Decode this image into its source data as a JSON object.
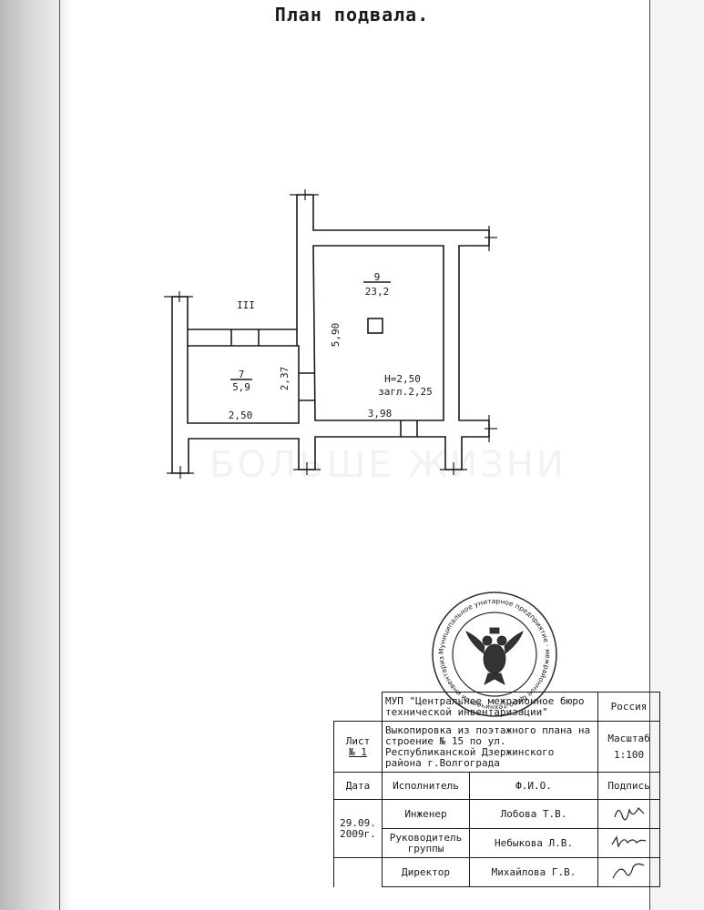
{
  "title": "План подвала.",
  "plan": {
    "rooms": [
      {
        "number": "9",
        "area": "23,2"
      },
      {
        "number": "7",
        "area": "5,9"
      }
    ],
    "dimensions": {
      "room9_depth": "5,90",
      "room9_width": "3,98",
      "room7_depth": "2,37",
      "room7_width": "2,50"
    },
    "height_note": "H=2,50",
    "depth_note": "загл.2,25",
    "section_mark": "III"
  },
  "watermark": "БОЛЬШЕ ЖИЗНИ",
  "stamp": {
    "outer_text": "Муниципальное унитарное предприятие · межрайонное бюро технической инвентаризации · РОССИЯ · г. Волгоград"
  },
  "title_block": {
    "organization": "МУП \"Центральное межрайонное бюро технической инвентаризации\"",
    "country": "Россия",
    "sheet_label": "Лист",
    "sheet_number": "№ 1",
    "document_description": "Выкопировка из поэтажного плана на строение № 15 по ул. Республиканской Дзержинского района г.Волгограда",
    "scale_label": "Масштаб",
    "scale_value": "1:100",
    "headers": {
      "date": "Дата",
      "performer": "Исполнитель",
      "name": "Ф.И.О.",
      "signature": "Подпись"
    },
    "date_value": "29.09. 2009г.",
    "rows": [
      {
        "role": "Инженер",
        "name": "Лобова Т.В."
      },
      {
        "role": "Руководитель группы",
        "name": "Небыкова Л.В."
      },
      {
        "role": "Директор",
        "name": "Михайлова Г.В."
      }
    ]
  }
}
